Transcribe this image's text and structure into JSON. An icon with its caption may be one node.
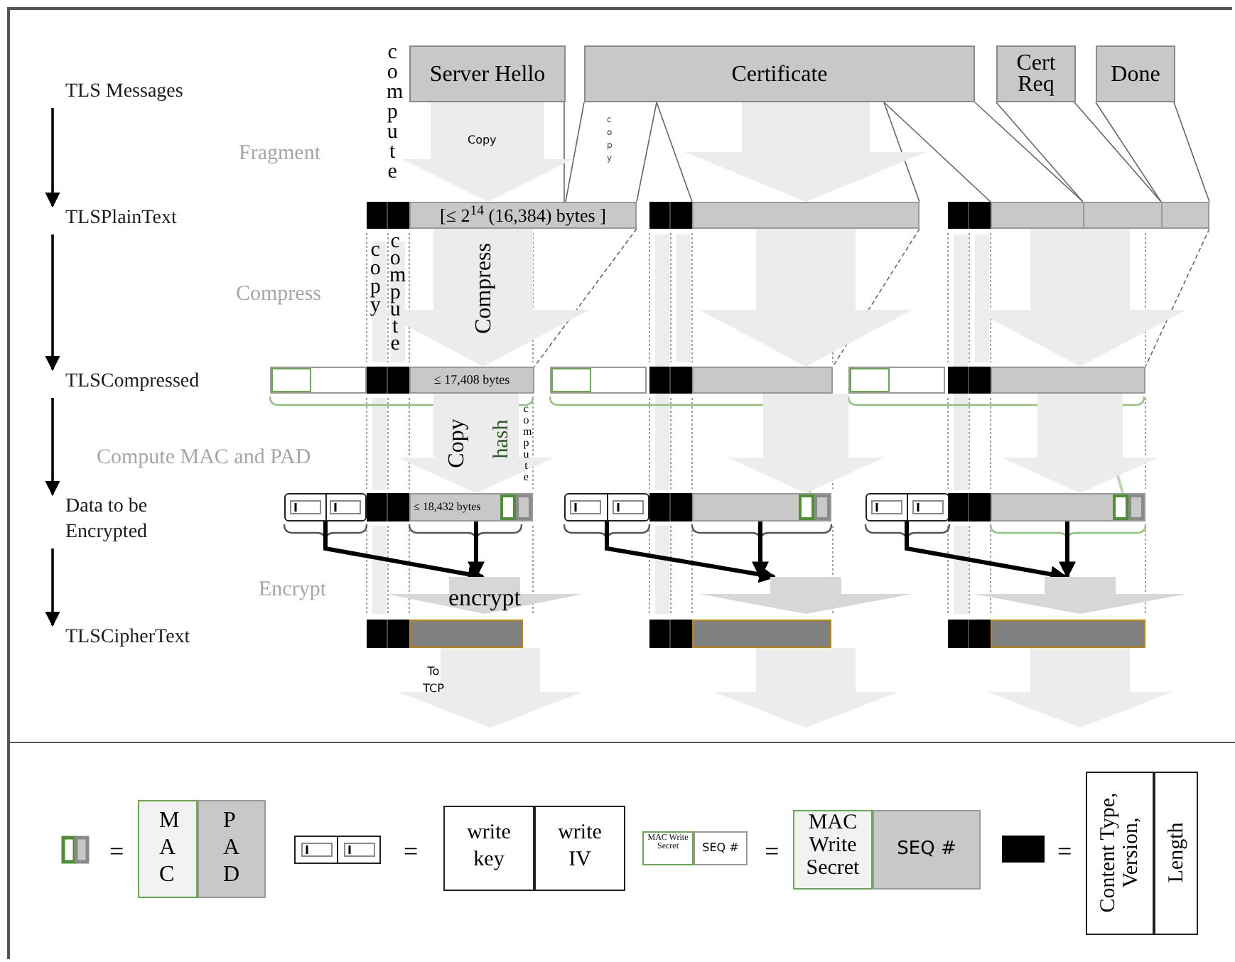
{
  "diagram": {
    "nodes": [
      {
        "text": [
          "TLS Messages"
        ]
      },
      {
        "text": [
          "TLSPlainText"
        ]
      },
      {
        "text": [
          "TLSCompressed"
        ]
      },
      {
        "text": [
          "Data to be Encrypted"
        ]
      },
      {
        "text": [
          "TLSCipherText"
        ]
      },
      {
        "text": [
          "Server Hello"
        ]
      },
      {
        "text": [
          "Certificate"
        ]
      },
      {
        "text": [
          "Cert Req"
        ]
      },
      {
        "text": [
          "Done"
        ]
      },
      {
        "text": [
          "[≤ 2$^{14}$ (16,384) bytes ]"
        ]
      },
      {
        "text": [],
        "shape": "bar"
      },
      {
        "text": [],
        "shape": "bar"
      },
      {
        "text": [
          "≤ 17,408 bytes"
        ]
      },
      {
        "text": [],
        "shape": "bar"
      },
      {
        "text": [],
        "shape": "bar"
      },
      {
        "text": [],
        "shape": "box"
      },
      {
        "text": [
          "≤ 18,432 bytes"
        ]
      },
      {
        "text": [],
        "shape": "box"
      },
      {
        "text": [],
        "shape": "bar"
      },
      {
        "text": [],
        "shape": "box"
      },
      {
        "text": [],
        "shape": "bar"
      },
      {
        "text": [
          "encrypt"
        ]
      },
      {
        "text": [],
        "shape": "bar"
      },
      {
        "text": [],
        "shape": "bar"
      },
      {
        "text": [],
        "shape": "bar"
      },
      {
        "text": [],
        "shape": "arrow"
      },
      {
        "text": [],
        "shape": "arrow"
      }
    ],
    "edges": [
      {
        "from": 0,
        "to": 1,
        "arrow": "to",
        "color": "#000000"
      },
      {
        "from": 1,
        "to": 2,
        "arrow": "to",
        "color": "#000000"
      },
      {
        "from": 2,
        "to": 3,
        "arrow": "to",
        "color": "#000000"
      },
      {
        "from": 3,
        "to": 4,
        "arrow": "to",
        "color": "#000000"
      },
      {
        "from": 5,
        "to": 9,
        "arrow": "none"
      },
      {
        "from": 6,
        "to": 9,
        "arrow": "none"
      },
      {
        "from": 6,
        "to": 9,
        "arrow": "none"
      },
      {
        "from": 6,
        "to": 10,
        "arrow": "none"
      },
      {
        "from": 6,
        "to": 10,
        "arrow": "none"
      },
      {
        "from": 6,
        "to": 11,
        "arrow": "none"
      },
      {
        "from": 6,
        "to": 11,
        "arrow": "none"
      },
      {
        "from": 7,
        "to": 11,
        "arrow": "none"
      },
      {
        "from": 7,
        "to": 11,
        "arrow": "none"
      },
      {
        "from": 8,
        "to": 11,
        "arrow": "none"
      },
      {
        "from": 8,
        "to": 11,
        "arrow": "none"
      },
      {
        "from": 9,
        "to": 12,
        "arrow": "none",
        "style": "dashed"
      },
      {
        "from": 10,
        "to": 13,
        "arrow": "none",
        "style": "dashed"
      },
      {
        "from": 11,
        "to": 14,
        "arrow": "none",
        "style": "dashed"
      },
      {
        "from": 13,
        "to": 18,
        "arrow": "none",
        "color": "#b5dca8"
      },
      {
        "from": 14,
        "to": 20,
        "arrow": "none",
        "color": "#b5dca8"
      },
      {
        "from": 15,
        "to": 21,
        "arrow": "to",
        "style": "thick",
        "color": "#000000"
      },
      {
        "from": 16,
        "to": 21,
        "arrow": "to",
        "style": "thick",
        "color": "#000000"
      },
      {
        "from": 17,
        "to": 25,
        "arrow": "to",
        "style": "thick",
        "color": "#000000"
      },
      {
        "from": 18,
        "to": 25,
        "arrow": "to",
        "style": "thick",
        "color": "#000000"
      },
      {
        "from": 19,
        "to": 26,
        "arrow": "to",
        "style": "thick",
        "color": "#000000"
      },
      {
        "from": 20,
        "to": 26,
        "arrow": "to",
        "style": "thick",
        "color": "#000000"
      },
      {
        "from": 5,
        "to": 9,
        "arrow": "to",
        "style": "thick",
        "color": "#ececec"
      },
      {
        "from": 6,
        "to": 10,
        "arrow": "to",
        "style": "thick",
        "color": "#ececec"
      },
      {
        "from": 9,
        "to": 12,
        "arrow": "to",
        "style": "thick",
        "color": "#ececec"
      },
      {
        "from": 10,
        "to": 13,
        "arrow": "to",
        "style": "thick",
        "color": "#ececec"
      },
      {
        "from": 11,
        "to": 14,
        "arrow": "to",
        "style": "thick",
        "color": "#ececec"
      },
      {
        "from": 12,
        "to": 16,
        "arrow": "to",
        "style": "thick",
        "color": "#ececec"
      },
      {
        "from": 13,
        "to": 18,
        "arrow": "to",
        "style": "thick",
        "color": "#ececec"
      },
      {
        "from": 14,
        "to": 20,
        "arrow": "to",
        "style": "thick",
        "color": "#ececec"
      },
      {
        "from": 22,
        "to": null,
        "arrow": "to",
        "style": "thick",
        "color": "#ececec"
      },
      {
        "from": 23,
        "to": null,
        "arrow": "to",
        "style": "thick",
        "color": "#ececec"
      },
      {
        "from": 24,
        "to": null,
        "arrow": "to",
        "style": "thick",
        "color": "#ececec"
      }
    ],
    "labels": [
      "compute",
      "Fragment",
      "Copy",
      "copy",
      "Compress",
      "copy",
      "compute",
      "Compress",
      "Compute MAC and PAD",
      "Copy",
      "hash",
      "compute",
      "Encrypt",
      "To TCP",
      "=",
      "MAC",
      "PAD",
      "=",
      "write key",
      "write IV",
      "MAC Write Secret",
      "SEQ #",
      "=",
      "MAC Write Secret",
      "SEQ #",
      "=",
      "Content Type, Version,",
      "Length"
    ]
  }
}
